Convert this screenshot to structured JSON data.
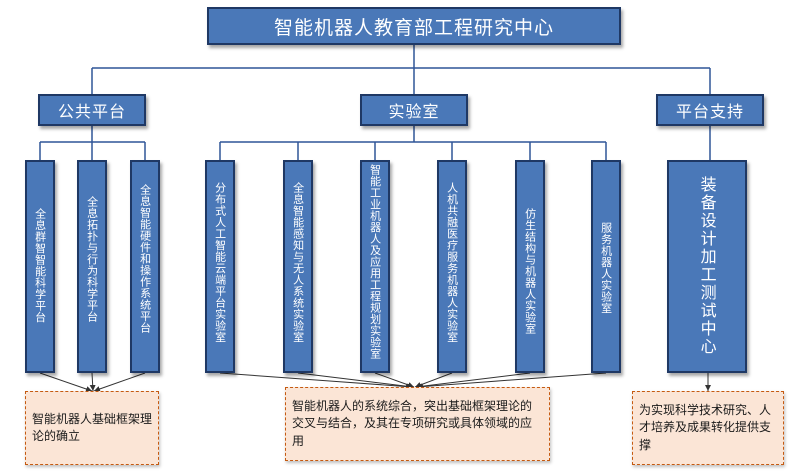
{
  "title": "智能机器人教育部工程研究中心",
  "categories": [
    "公共平台",
    "实验室",
    "平台支持"
  ],
  "public_items": [
    "全息群智智能科学平台",
    "全息拓扑与行为科学平台",
    "全息智能硬件和操作系统平台"
  ],
  "lab_items": [
    "分布式人工智能云端平台实验室",
    "全息智能感知与无人系统实验室",
    "智能工业机器人及应用工程规划实验室",
    "人机共融医疗服务机器人实验室",
    "仿生结构与机器人实验室",
    "服务机器人实验室"
  ],
  "support_item": "装备设计加工测试中心",
  "notes": {
    "public": "智能机器人基础框架理论的确立",
    "lab": "智能机器人的系统综合，突出基础框架理论的交叉与结合，及其在专项研究或具体领域的应用",
    "support": "为实现科学技术研究、人才培养及成果转化提供支撑"
  },
  "colors": {
    "box_fill": "#4a78b8",
    "box_border": "#1f3864",
    "note_fill": "#fbe5d6",
    "note_border": "#c55a11",
    "line": "#333333"
  }
}
